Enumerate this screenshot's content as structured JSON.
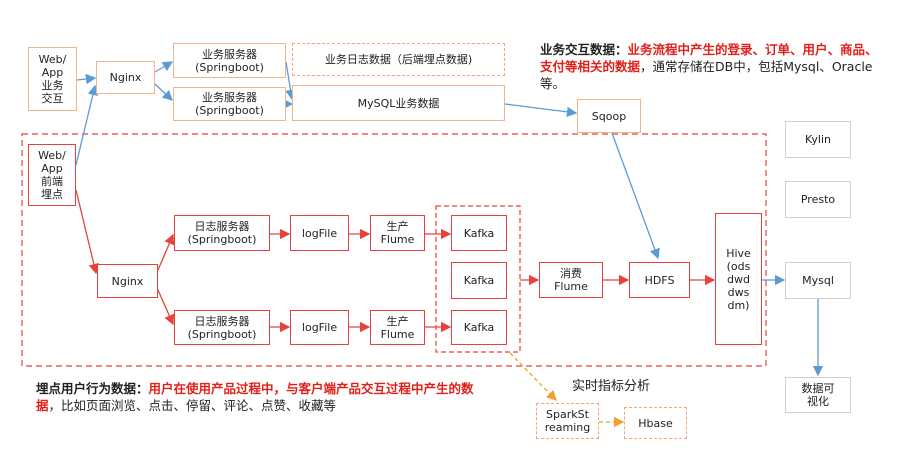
{
  "colors": {
    "red": "#e8413c",
    "blue": "#5b9bd5",
    "orange_border": "#f2b48a",
    "gold": "#f0a030"
  },
  "nodes": {
    "web_app_interact": "Web/\nApp\n业务\n交互",
    "nginx_top": "Nginx",
    "biz_server_1": "业务服务器\n(Springboot)",
    "biz_server_2": "业务服务器\n(Springboot)",
    "biz_log_data": "业务日志数据（后端埋点数据)",
    "mysql_biz": "MySQL业务数据",
    "sqoop": "Sqoop",
    "kylin": "Kylin",
    "presto": "Presto",
    "web_app_tracking": "Web/\nApp\n前端\n埋点",
    "nginx_bottom": "Nginx",
    "log_server_1": "日志服务器\n(Springboot)",
    "log_server_2": "日志服务器\n(Springboot)",
    "logfile_1": "logFile",
    "logfile_2": "logFile",
    "producer_flume_1": "生产\nFlume",
    "producer_flume_2": "生产\nFlume",
    "kafka_1": "Kafka",
    "kafka_2": "Kafka",
    "kafka_3": "Kafka",
    "consumer_flume": "消费\nFlume",
    "hdfs": "HDFS",
    "hive": "Hive\n(ods\ndwd\ndws\ndm)",
    "mysql_out": "Mysql",
    "data_viz": "数据可\n视化",
    "spark_streaming": "SparkSt\nreaming",
    "hbase": "Hbase"
  },
  "labels": {
    "realtime_analysis": "实时指标分析"
  },
  "notes": {
    "biz_interaction": {
      "title": "业务交互数据：",
      "highlight": "业务流程中产生的登录、订单、用户、商品、支付等相关的数据",
      "rest": "，通常存储在DB中，包括Mysql、Oracle等。"
    },
    "tracking_behavior": {
      "title": "埋点用户行为数据：",
      "highlight": "用户在使用产品过程中，与客户端产品交互过程中产生的数据",
      "rest": "，比如页面浏览、点击、停留、评论、点赞、收藏等"
    }
  }
}
